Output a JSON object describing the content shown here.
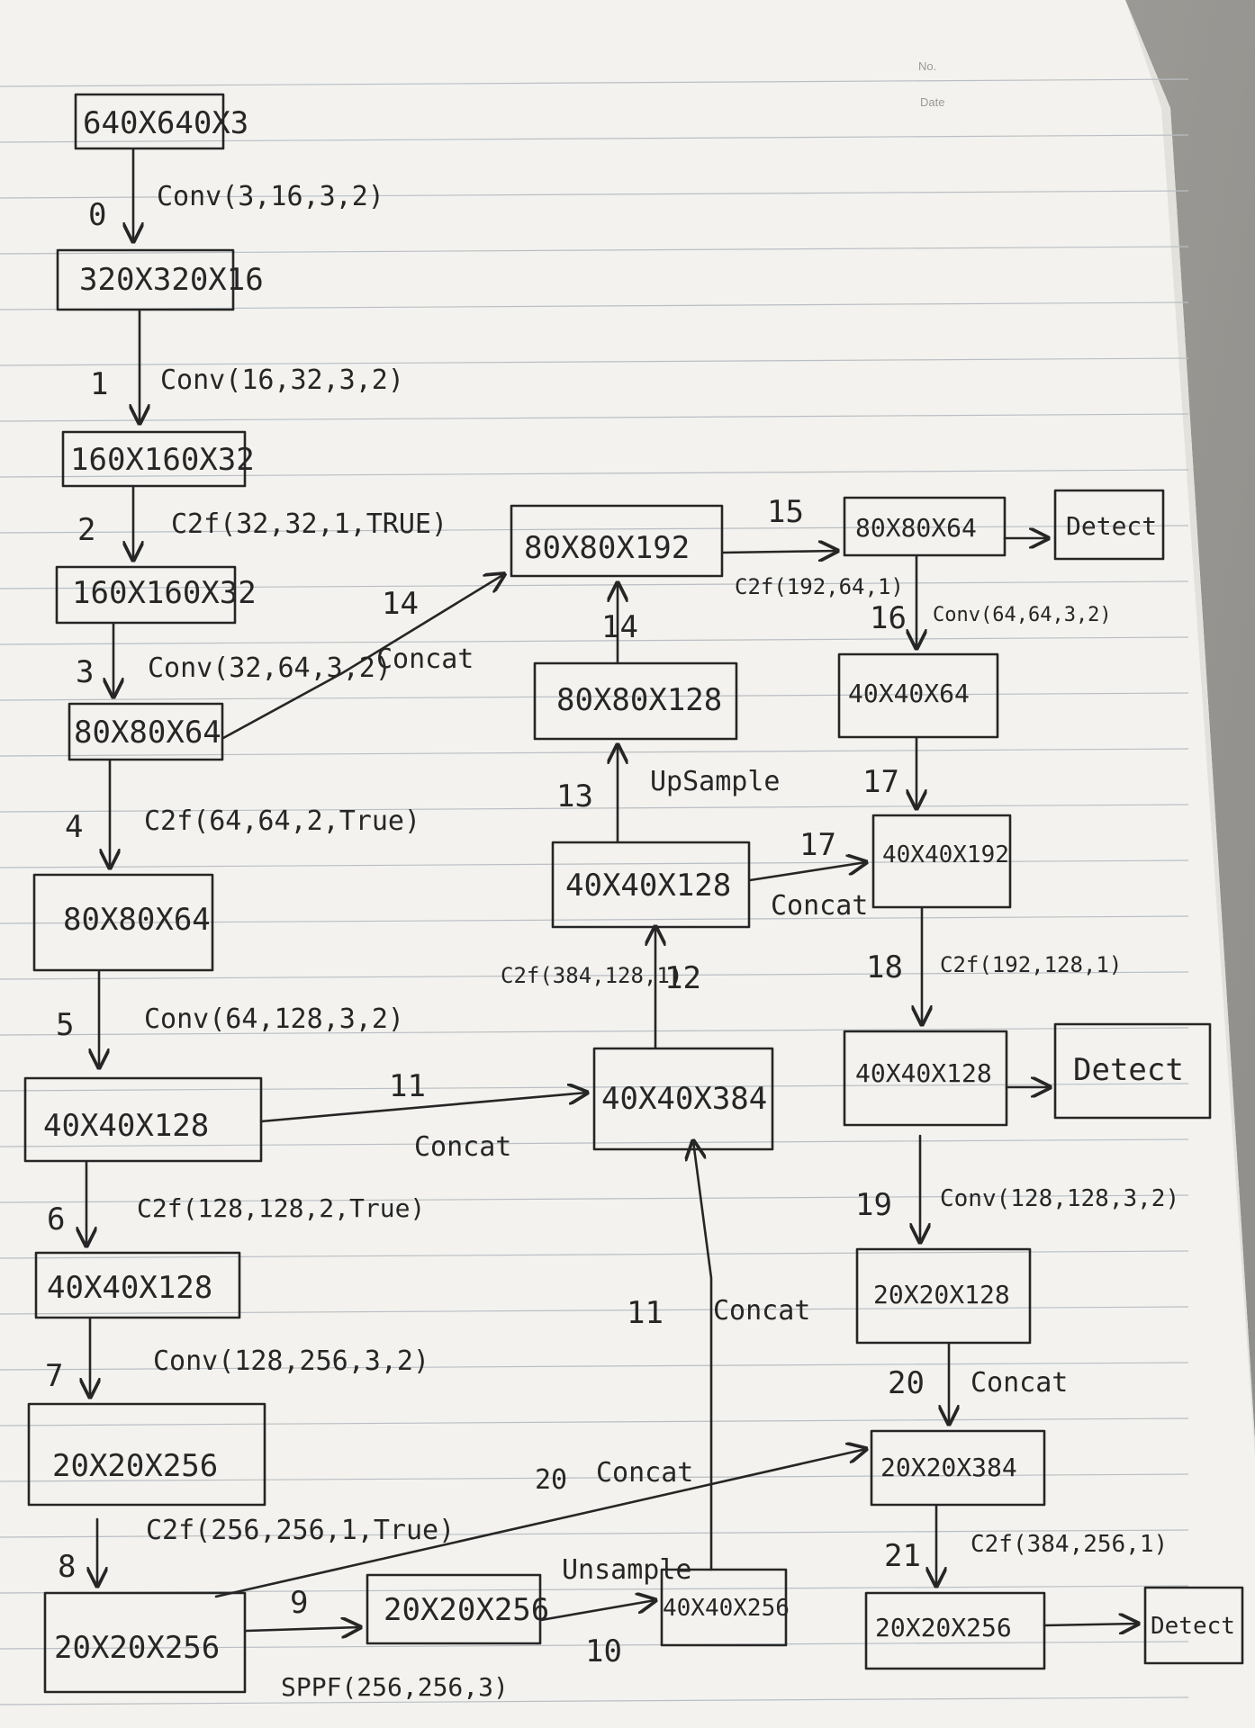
{
  "header": {
    "no_label": "No.",
    "date_label": "Date"
  },
  "nodes": {
    "input": "640X640X3",
    "n0": "320X320X16",
    "n1": "160X160X32",
    "n2": "160X160X32",
    "n3": "80X80X64",
    "n4": "80X80X64",
    "n5": "40X40X128",
    "n6": "40X40X128",
    "n7": "20X20X256",
    "n8": "20X20X256",
    "n9": "20X20X256",
    "n10": "40X40X256",
    "n11": "40X40X384",
    "n12": "40X40X128",
    "n13": "80X80X128",
    "n14": "80X80X192",
    "n15": "80X80X64",
    "n16": "40X40X64",
    "n17": "40X40X192",
    "n18": "40X40X128",
    "n19": "20X20X128",
    "n20": "20X20X384",
    "n21": "20X20X256",
    "detect1": "Detect",
    "detect2": "Detect",
    "detect3": "Detect"
  },
  "edges": {
    "e0": {
      "index": "0",
      "op": "Conv(3,16,3,2)"
    },
    "e1": {
      "index": "1",
      "op": "Conv(16,32,3,2)"
    },
    "e2": {
      "index": "2",
      "op": "C2f(32,32,1,TRUE)"
    },
    "e3": {
      "index": "3",
      "op": "Conv(32,64,3,2)"
    },
    "e4": {
      "index": "4",
      "op": "C2f(64,64,2,True)"
    },
    "e5": {
      "index": "5",
      "op": "Conv(64,128,3,2)"
    },
    "e6": {
      "index": "6",
      "op": "C2f(128,128,2,True)"
    },
    "e7": {
      "index": "7",
      "op": "Conv(128,256,3,2)"
    },
    "e8": {
      "index": "8",
      "op": "C2f(256,256,1,True)"
    },
    "e9": {
      "index": "9",
      "op": "SPPF(256,256,3)"
    },
    "e10": {
      "index": "10",
      "op": "Unsample"
    },
    "e11a": {
      "index": "11",
      "op": "Concat"
    },
    "e11b": {
      "index": "11",
      "op": "Concat"
    },
    "e12": {
      "index": "12",
      "op": "C2f(384,128,1)"
    },
    "e13": {
      "index": "13",
      "op": "UpSample"
    },
    "e14a": {
      "index": "14",
      "op": "Concat"
    },
    "e14b": {
      "index": "14"
    },
    "e15": {
      "index": "15",
      "op": "C2f(192,64,1)"
    },
    "e16": {
      "index": "16",
      "op": "Conv(64,64,3,2)"
    },
    "e17a": {
      "index": "17"
    },
    "e17b": {
      "index": "17",
      "op": "Concat"
    },
    "e18": {
      "index": "18",
      "op": "C2f(192,128,1)"
    },
    "e19": {
      "index": "19",
      "op": "Conv(128,128,3,2)"
    },
    "e20a": {
      "index": "20",
      "op": "Concat"
    },
    "e20b": {
      "index": "20",
      "op": "Concat"
    },
    "e21": {
      "index": "21",
      "op": "C2f(384,256,1)"
    }
  }
}
